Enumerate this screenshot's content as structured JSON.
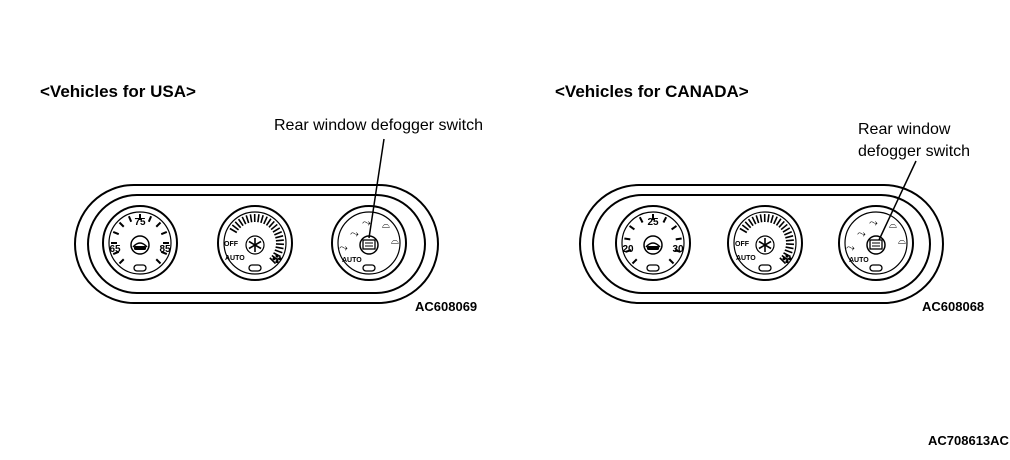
{
  "usa": {
    "heading": "<Vehicles for USA>",
    "callout": "Rear window defogger switch",
    "code": "AC608069",
    "temp_dial": {
      "low": "65",
      "mid": "75",
      "high": "85"
    },
    "fan_dial": {
      "off": "OFF",
      "auto": "AUTO"
    },
    "mode_dial": {
      "auto": "AUTO"
    }
  },
  "canada": {
    "heading": "<Vehicles for CANADA>",
    "callout_line1": "Rear window",
    "callout_line2": "defogger switch",
    "code": "AC608068",
    "temp_dial": {
      "low": "20",
      "mid": "25",
      "high": "30"
    },
    "fan_dial": {
      "off": "OFF",
      "auto": "AUTO"
    },
    "mode_dial": {
      "auto": "AUTO"
    }
  },
  "figure_code": "AC708613AC"
}
